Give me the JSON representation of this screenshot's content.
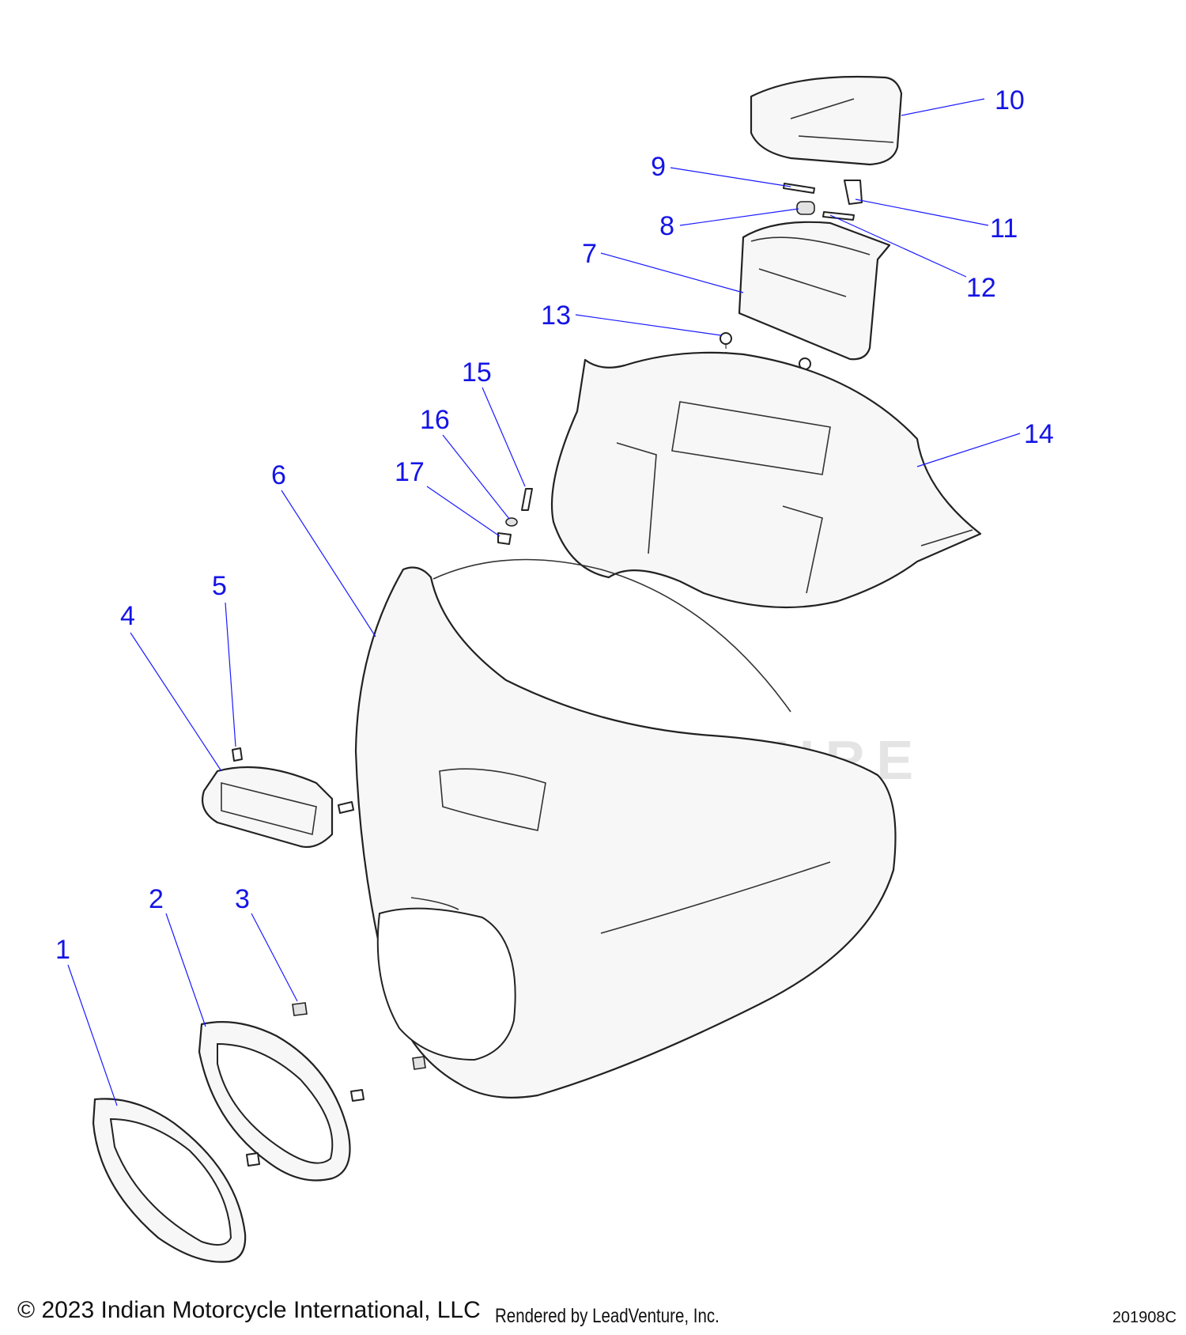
{
  "watermark": "LEADVENTURE",
  "callouts": [
    {
      "id": "1",
      "label": "1"
    },
    {
      "id": "2",
      "label": "2"
    },
    {
      "id": "3",
      "label": "3"
    },
    {
      "id": "4",
      "label": "4"
    },
    {
      "id": "5",
      "label": "5"
    },
    {
      "id": "6",
      "label": "6"
    },
    {
      "id": "7",
      "label": "7"
    },
    {
      "id": "8",
      "label": "8"
    },
    {
      "id": "9",
      "label": "9"
    },
    {
      "id": "10",
      "label": "10"
    },
    {
      "id": "11",
      "label": "11"
    },
    {
      "id": "12",
      "label": "12"
    },
    {
      "id": "13",
      "label": "13"
    },
    {
      "id": "14",
      "label": "14"
    },
    {
      "id": "15",
      "label": "15"
    },
    {
      "id": "16",
      "label": "16"
    },
    {
      "id": "17",
      "label": "17"
    }
  ],
  "footer": {
    "copyright": "© 2023 Indian Motorcycle International, LLC",
    "rendered_by": "Rendered by LeadVenture, Inc.",
    "drawing_id": "201908C"
  },
  "colors": {
    "callout": "#1414e6",
    "line": "#222222"
  }
}
